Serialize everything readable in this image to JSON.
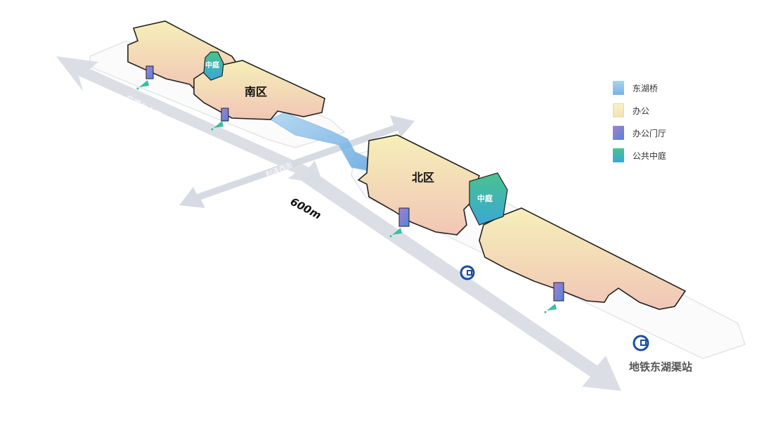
{
  "labels": {
    "south_zone": "南区",
    "north_zone": "北区",
    "courtyard_south": "中庭",
    "courtyard_north": "中庭",
    "street_top": "广顺北大街",
    "street_bottom": "广顺北大街",
    "cross_street": "利泽西街",
    "distance": "600m",
    "metro_station": "地铁东湖渠站"
  },
  "legend": [
    {
      "label": "东湖桥",
      "color": "#8fc3ea"
    },
    {
      "label": "办公",
      "color": "#f7efc4"
    },
    {
      "label": "办公门厅",
      "color": "#6a7fd8"
    },
    {
      "label": "公共中庭",
      "color": "#49c3c6"
    }
  ],
  "colors": {
    "office_top": "#f5ecb4",
    "office_bottom": "#f2c9b4",
    "bridge": "#7fb8e6",
    "courtyard": "#2fbfb8",
    "lobby": "#5f7fd9",
    "arrow": "#d6dbe3",
    "metro": "#1a4f9c",
    "entry_arrow": "#3bbfa0"
  },
  "icons": [
    "metro-icon"
  ]
}
